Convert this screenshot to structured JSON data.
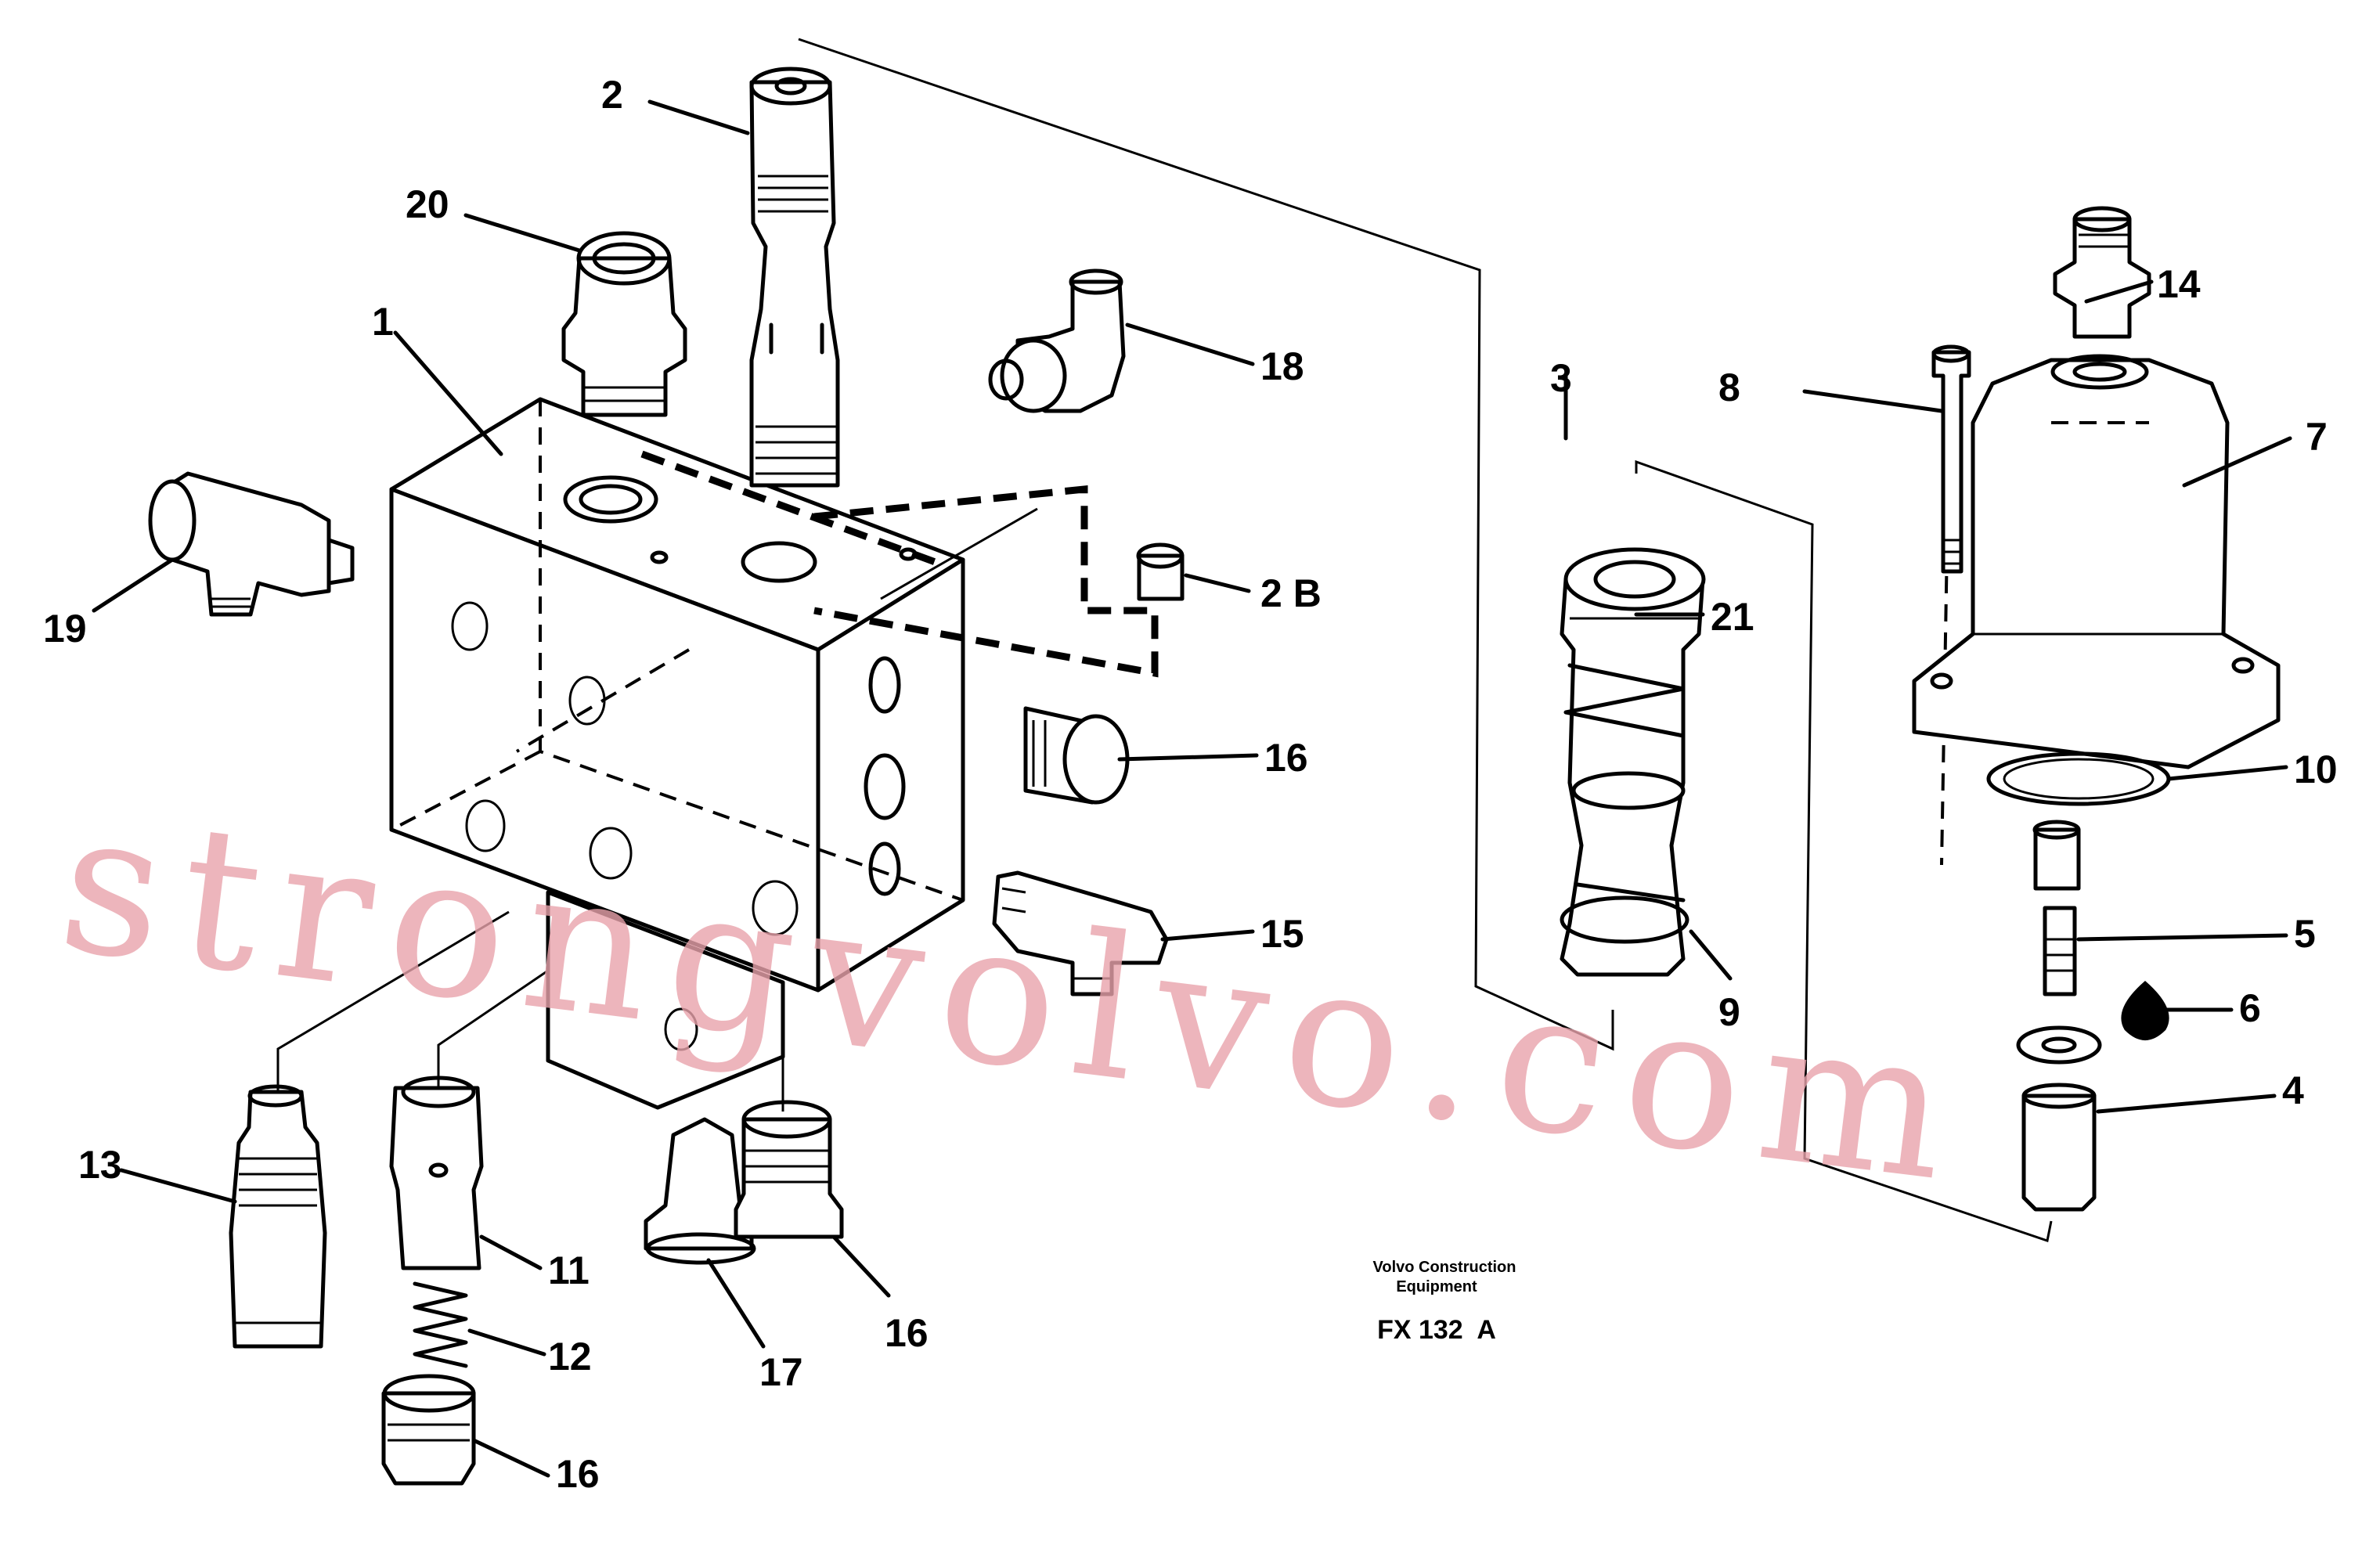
{
  "callouts": {
    "c1": "1",
    "c2": "2",
    "c2b": "2 B",
    "c3": "3",
    "c4": "4",
    "c5": "5",
    "c6": "6",
    "c7": "7",
    "c8": "8",
    "c9": "9",
    "c10": "10",
    "c11": "11",
    "c12": "12",
    "c13": "13",
    "c14": "14",
    "c15": "15",
    "c16a": "16",
    "c16b": "16",
    "c16c": "16",
    "c17": "17",
    "c18": "18",
    "c19": "19",
    "c20": "20",
    "c21": "21"
  },
  "caption": {
    "line1": "Volvo Construction",
    "line2": "Equipment",
    "code": "FX 132  A"
  },
  "watermark": "strongvolvo.com",
  "colors": {
    "line": "#000000",
    "watermark": "#e8a3ab",
    "background": "#ffffff"
  }
}
